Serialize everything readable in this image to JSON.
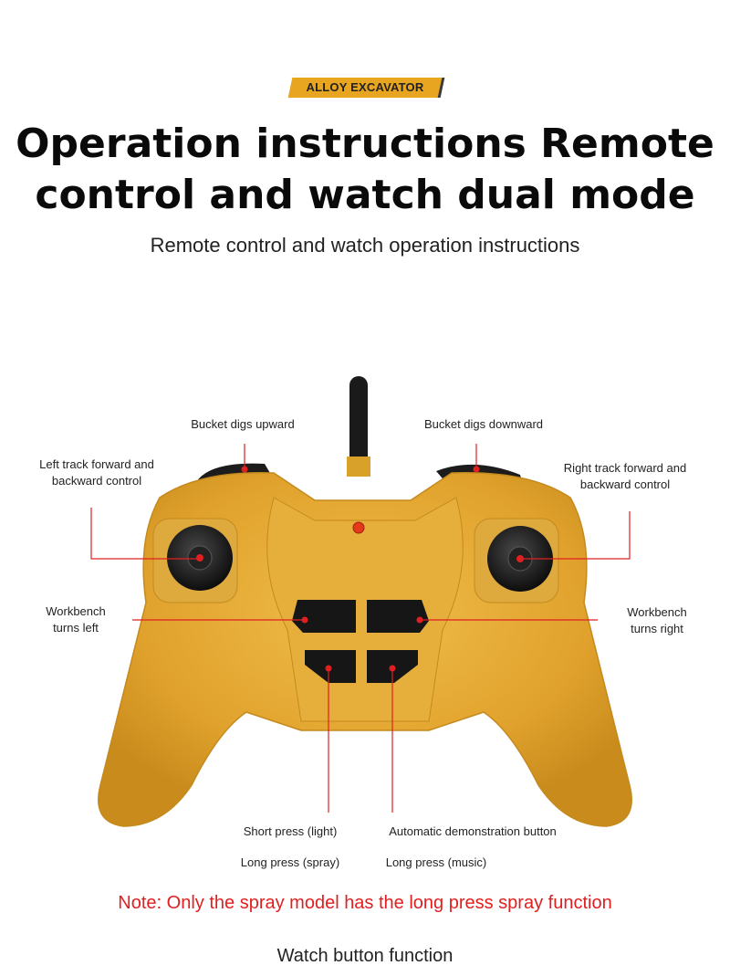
{
  "badge": {
    "text": "ALLOY EXCAVATOR"
  },
  "title": {
    "line1": "Operation instructions Remote",
    "line2": "control and watch dual mode"
  },
  "subtitle": "Remote control and watch operation instructions",
  "labels": {
    "bucket_up": "Bucket digs upward",
    "bucket_down": "Bucket digs downward",
    "left_track_1": "Left track forward and",
    "left_track_2": "backward control",
    "right_track_1": "Right track forward and",
    "right_track_2": "backward control",
    "workbench_left_1": "Workbench",
    "workbench_left_2": "turns left",
    "workbench_right_1": "Workbench",
    "workbench_right_2": "turns right",
    "short_press": "Short press (light)",
    "auto_demo": "Automatic demonstration button",
    "long_press_spray": "Long press (spray)",
    "long_press_music": "Long press (music)"
  },
  "note": "Note: Only the spray model has the long press spray function",
  "footer": "Watch button function",
  "colors": {
    "accent": "#e8a520",
    "controller": "#e2a72e",
    "callout": "#e02020"
  }
}
